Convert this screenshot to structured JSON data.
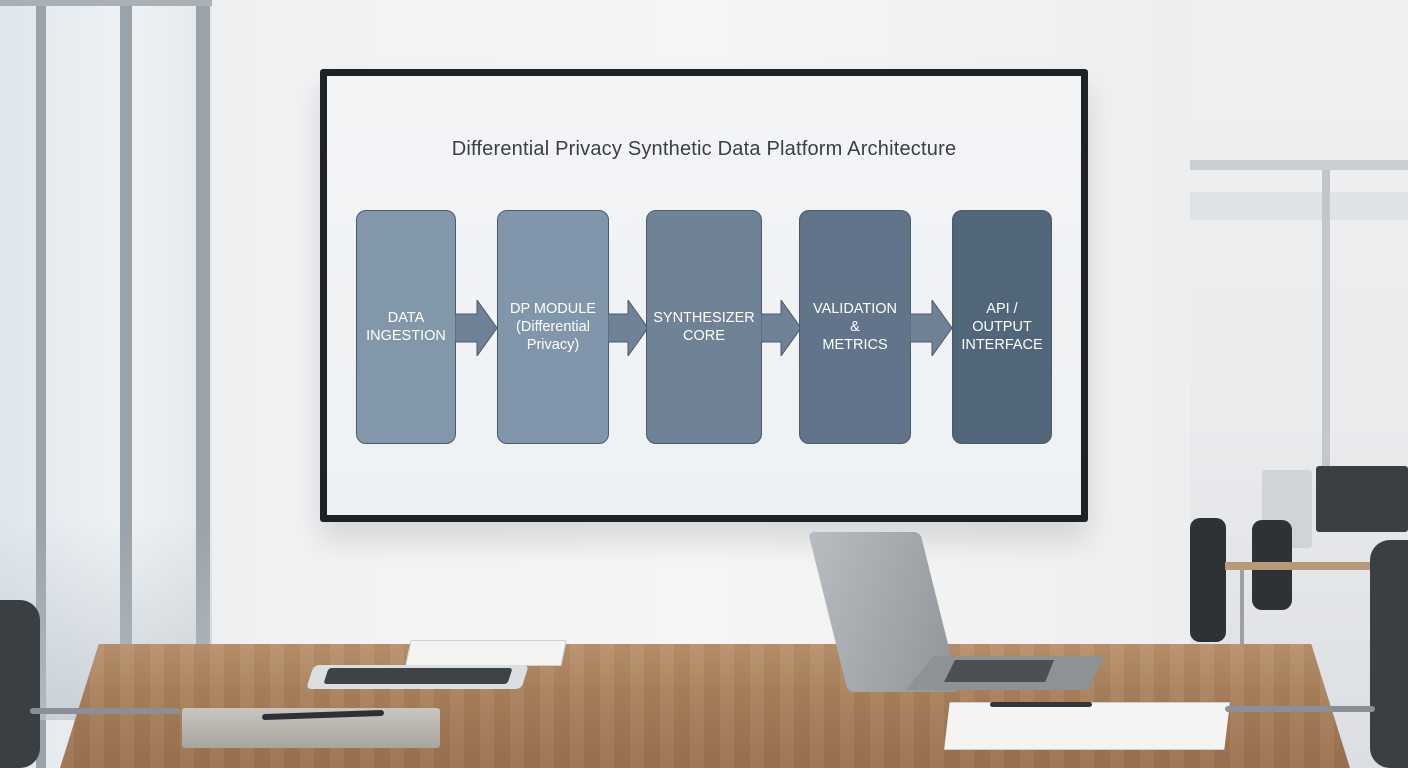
{
  "diagram": {
    "title": "Differential Privacy Synthetic Data Platform Architecture",
    "stages": [
      {
        "label": "DATA\nINGESTION",
        "color": "#8397ab"
      },
      {
        "label": "DP MODULE\n(Differential\nPrivacy)",
        "color": "#8196aa"
      },
      {
        "label": "SYNTHESIZER\nCORE",
        "color": "#6f8296"
      },
      {
        "label": "VALIDATION\n&\nMETRICS",
        "color": "#617489"
      },
      {
        "label": "API /\nOUTPUT\nINTERFACE",
        "color": "#526679"
      }
    ],
    "arrow_color": "#6f8194",
    "border_color": "#4a5a6b"
  }
}
